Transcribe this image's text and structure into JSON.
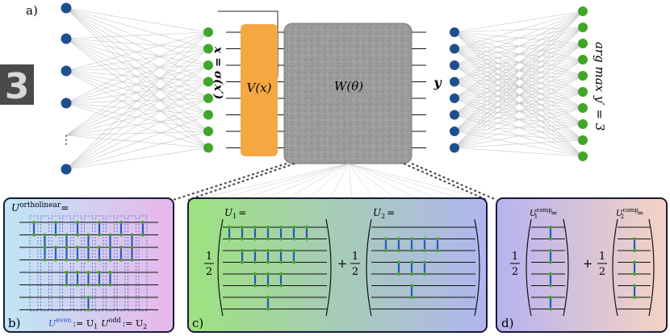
{
  "panel_labels": {
    "a": "a)",
    "b": "b)",
    "c": "c)",
    "d": "d)"
  },
  "digit": "3",
  "input_nodes_ellipsis": "⋮",
  "encoding_label": "x = σ(x′)",
  "encoder_label": "V(x)",
  "unitary_label": "W(θ)",
  "output_label": "y",
  "argmax_label": "arg max y′ = 3",
  "panel_b": {
    "title": "U",
    "title_sup": "ortholinear",
    "eq": "=",
    "bottom_even": "U",
    "bottom_even_sup": "even",
    "bottom_def1": ":= U",
    "bottom_def1_sub": "1",
    "bottom_odd": "U",
    "bottom_odd_sup": "odd",
    "bottom_def2": ":= U",
    "bottom_def2_sub": "2"
  },
  "panel_c": {
    "u1": "U",
    "u1_sub": "1",
    "u2": "U",
    "u2_sub": "2",
    "eq": "=",
    "half_num": "1",
    "half_den": "2",
    "plus": "+"
  },
  "panel_d": {
    "u1": "U",
    "u1_sub": "1",
    "u1_sup": "comp",
    "u2": "U",
    "u2_sub": "2",
    "u2_sup": "comp",
    "eq": "=",
    "half_num": "1",
    "half_den": "2",
    "plus": "+"
  },
  "colors": {
    "node_blue": "#1f4e8c",
    "node_green": "#3fa62a",
    "encoder_orange": "#f5a742",
    "unitary_gray": "#9a9a9a",
    "gate_blue": "#2a55c8",
    "gate_green": "#3fa62a",
    "panel_border": "#1a1a3a"
  }
}
